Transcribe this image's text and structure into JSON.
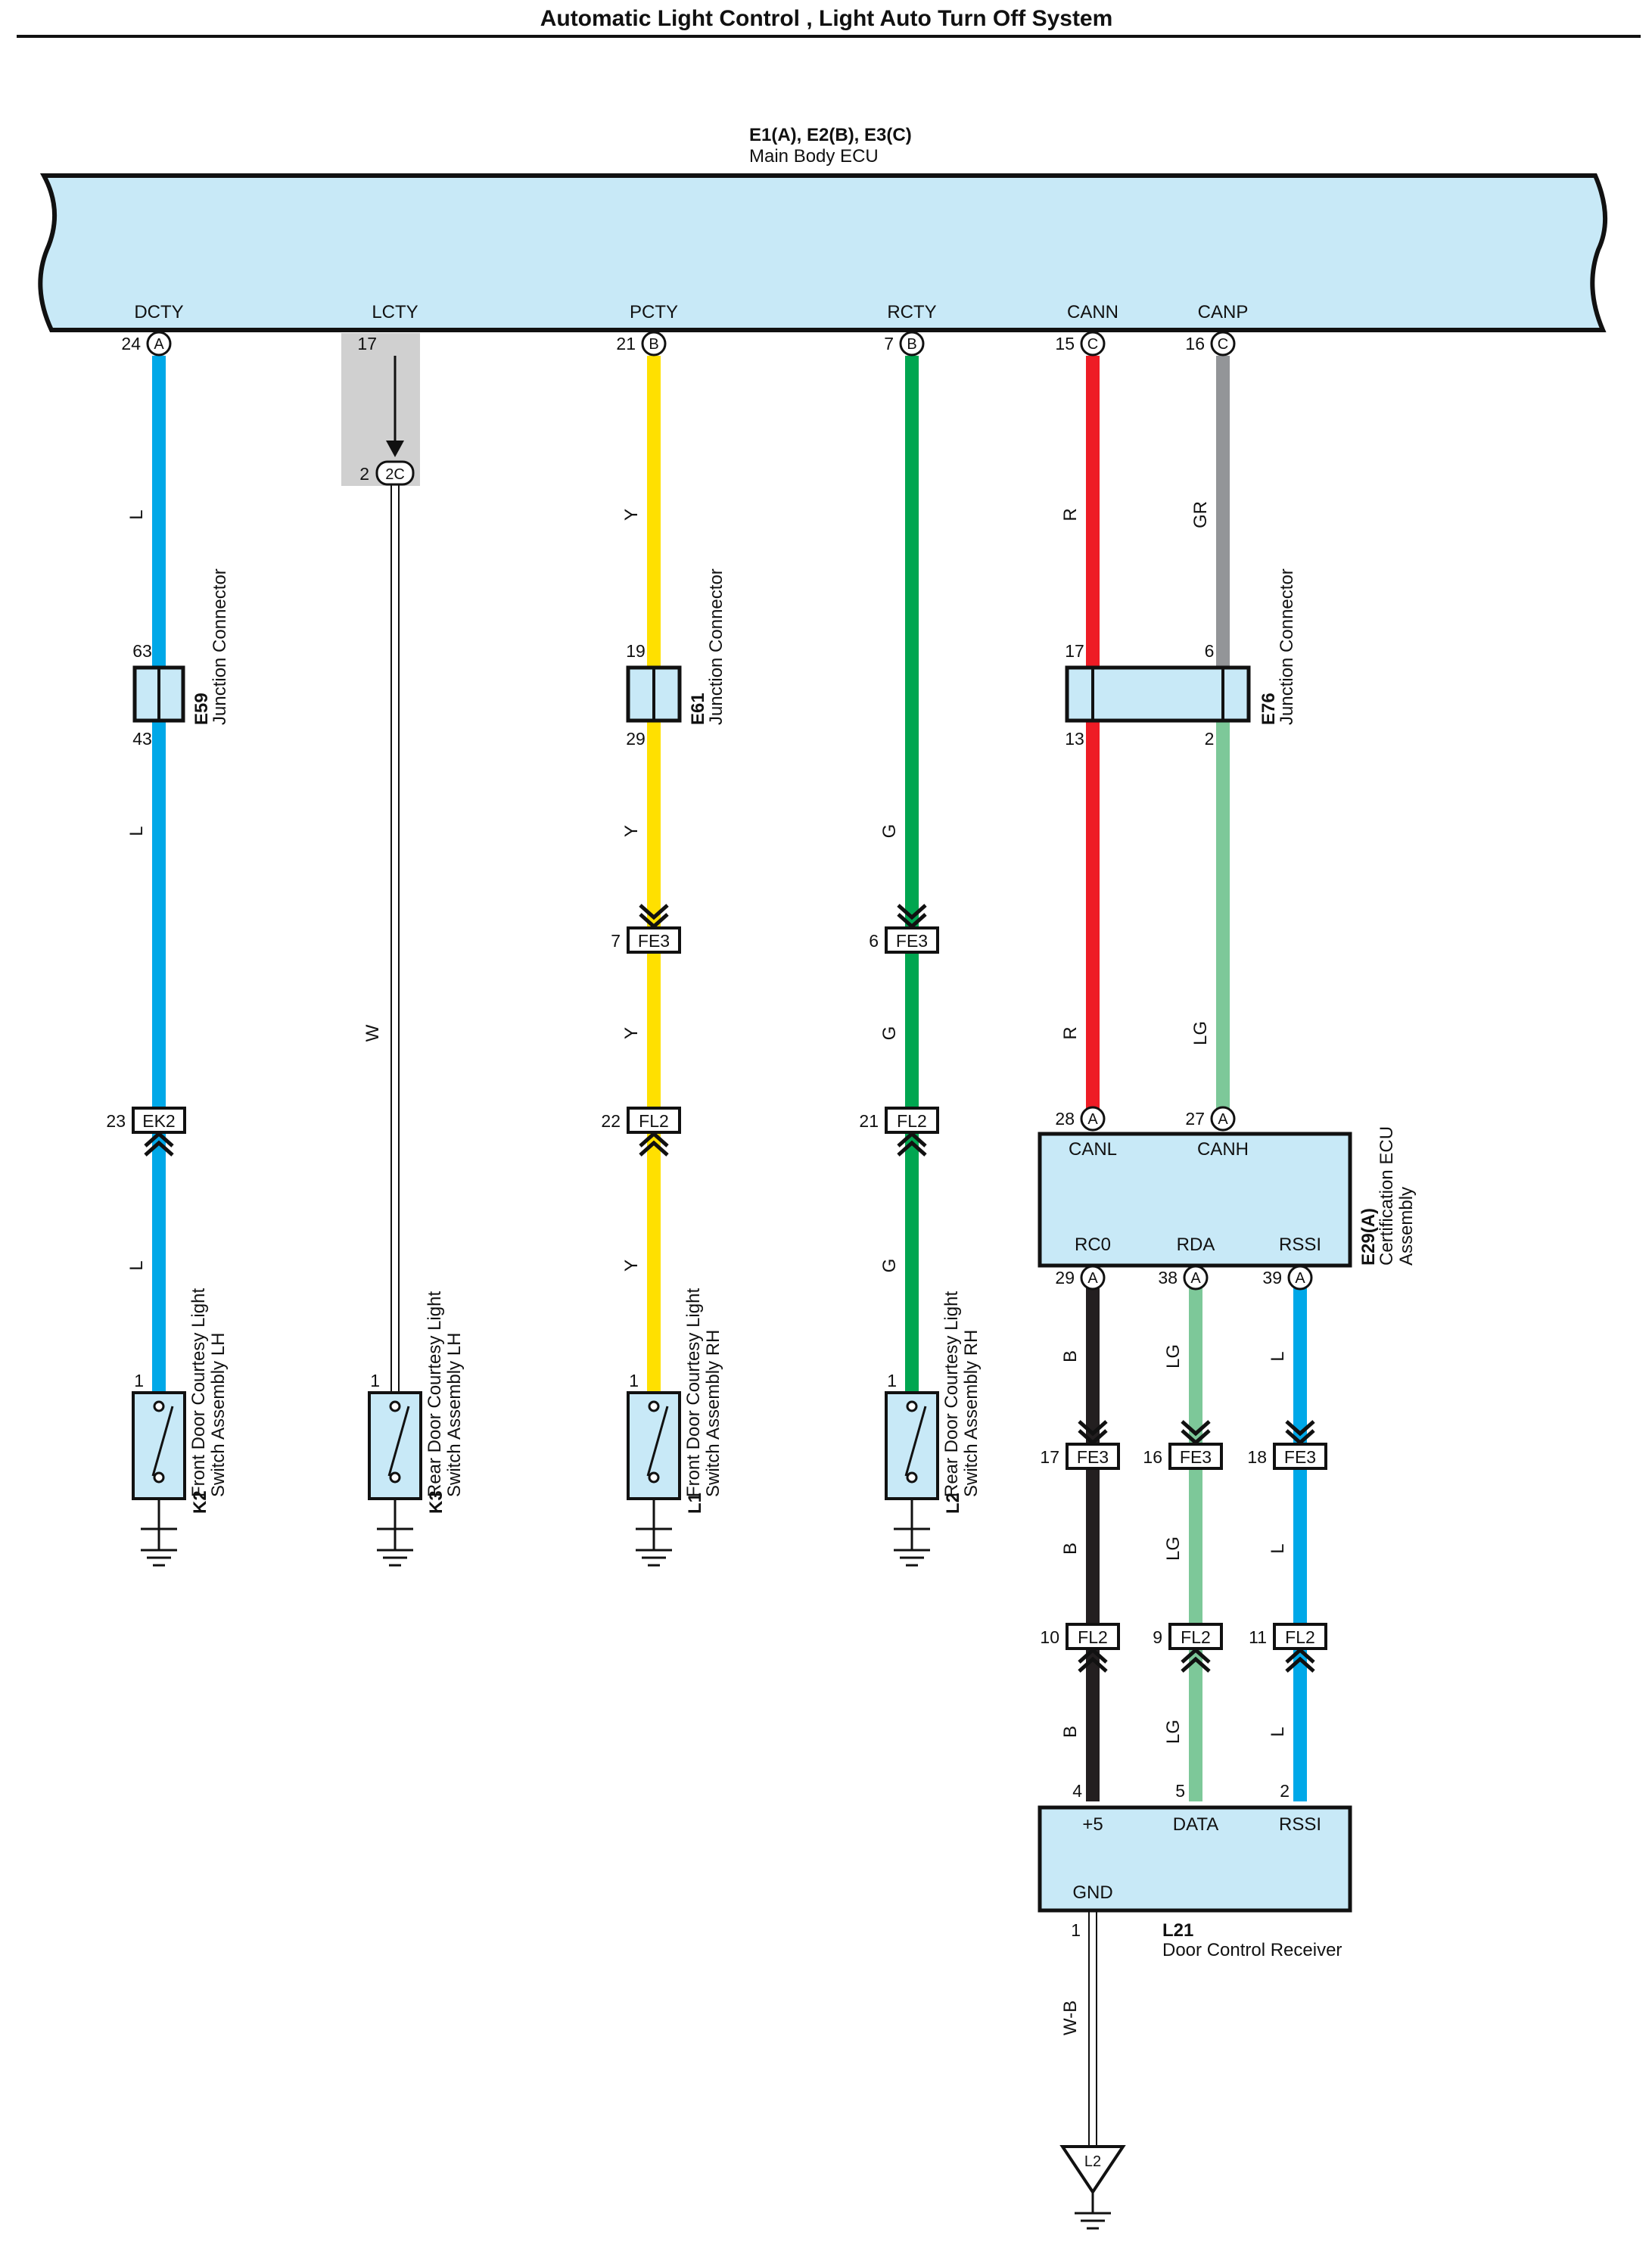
{
  "title": "Automatic Light Control , Light Auto Turn Off System",
  "main_ecu": {
    "code": "E1(A), E2(B), E3(C)",
    "name": "Main Body ECU",
    "terminals": [
      {
        "name": "DCTY",
        "pin": "24",
        "conn": "A"
      },
      {
        "name": "LCTY",
        "pin": "17",
        "conn": ""
      },
      {
        "name": "PCTY",
        "pin": "21",
        "conn": "B"
      },
      {
        "name": "RCTY",
        "pin": "7",
        "conn": "B"
      },
      {
        "name": "CANN",
        "pin": "15",
        "conn": "C"
      },
      {
        "name": "CANP",
        "pin": "16",
        "conn": "C"
      }
    ]
  },
  "lcty_connector": {
    "pin": "2",
    "code": "2C"
  },
  "junction_connectors": [
    {
      "code": "E59",
      "name": "Junction Connector",
      "pin_top": "63",
      "pin_bottom": "43"
    },
    {
      "code": "E61",
      "name": "Junction Connector",
      "pin_top": "19",
      "pin_bottom": "29"
    },
    {
      "code": "E76",
      "name": "Junction Connector",
      "pin_top_left": "17",
      "pin_top_right": "6",
      "pin_bottom_left": "13",
      "pin_bottom_right": "2"
    }
  ],
  "wire_colors": {
    "L": "#00a8e8",
    "W": "#ffffff",
    "Y": "#ffe000",
    "G": "#00a650",
    "R": "#ee1c25",
    "GR": "#939598",
    "LG": "#7dc899",
    "B": "#231f20",
    "W-B": "#ffffff"
  },
  "wire_codes": {
    "dcty": [
      "L",
      "L",
      "L"
    ],
    "lcty": [
      "W"
    ],
    "pcty": [
      "Y",
      "Y",
      "Y",
      "Y"
    ],
    "rcty": [
      "G",
      "G",
      "G"
    ],
    "cann": [
      "R",
      "R"
    ],
    "canp": [
      "GR",
      "LG"
    ],
    "rc0": [
      "B",
      "B",
      "B"
    ],
    "rda": [
      "LG",
      "LG",
      "LG"
    ],
    "rssi": [
      "L",
      "L",
      "L"
    ],
    "gnd": "W-B"
  },
  "inline_connectors": {
    "pcty_fe3": {
      "pin": "7",
      "code": "FE3"
    },
    "rcty_fe3": {
      "pin": "6",
      "code": "FE3"
    },
    "dcty_ek2": {
      "pin": "23",
      "code": "EK2"
    },
    "pcty_fl2": {
      "pin": "22",
      "code": "FL2"
    },
    "rcty_fl2": {
      "pin": "21",
      "code": "FL2"
    },
    "rc0_fe3": {
      "pin": "17",
      "code": "FE3"
    },
    "rda_fe3": {
      "pin": "16",
      "code": "FE3"
    },
    "rssi_fe3": {
      "pin": "18",
      "code": "FE3"
    },
    "rc0_fl2": {
      "pin": "10",
      "code": "FL2"
    },
    "rda_fl2": {
      "pin": "9",
      "code": "FL2"
    },
    "rssi_fl2": {
      "pin": "11",
      "code": "FL2"
    }
  },
  "cert_ecu": {
    "code": "E29(A)",
    "name": "Certification ECU Assembly",
    "top_terminals": [
      {
        "name": "CANL",
        "pin": "28",
        "conn": "A"
      },
      {
        "name": "CANH",
        "pin": "27",
        "conn": "A"
      }
    ],
    "bottom_terminals": [
      {
        "name": "RC0",
        "pin": "29",
        "conn": "A"
      },
      {
        "name": "RDA",
        "pin": "38",
        "conn": "A"
      },
      {
        "name": "RSSI",
        "pin": "39",
        "conn": "A"
      }
    ]
  },
  "switches": [
    {
      "code": "K2",
      "name": "Front Door Courtesy Light Switch Assembly LH",
      "pin": "1"
    },
    {
      "code": "K3",
      "name": "Rear Door Courtesy Light Switch Assembly LH",
      "pin": "1"
    },
    {
      "code": "L1",
      "name": "Front Door Courtesy Light Switch Assembly RH",
      "pin": "1"
    },
    {
      "code": "L2",
      "name": "Rear Door Courtesy Light Switch Assembly RH",
      "pin": "1"
    }
  ],
  "receiver": {
    "code": "L21",
    "name": "Door Control Receiver",
    "terminals": [
      {
        "name": "+5",
        "pin": "4"
      },
      {
        "name": "DATA",
        "pin": "5"
      },
      {
        "name": "RSSI",
        "pin": "2"
      }
    ],
    "gnd": {
      "name": "GND",
      "pin": "1"
    }
  },
  "ground_point": "L2"
}
